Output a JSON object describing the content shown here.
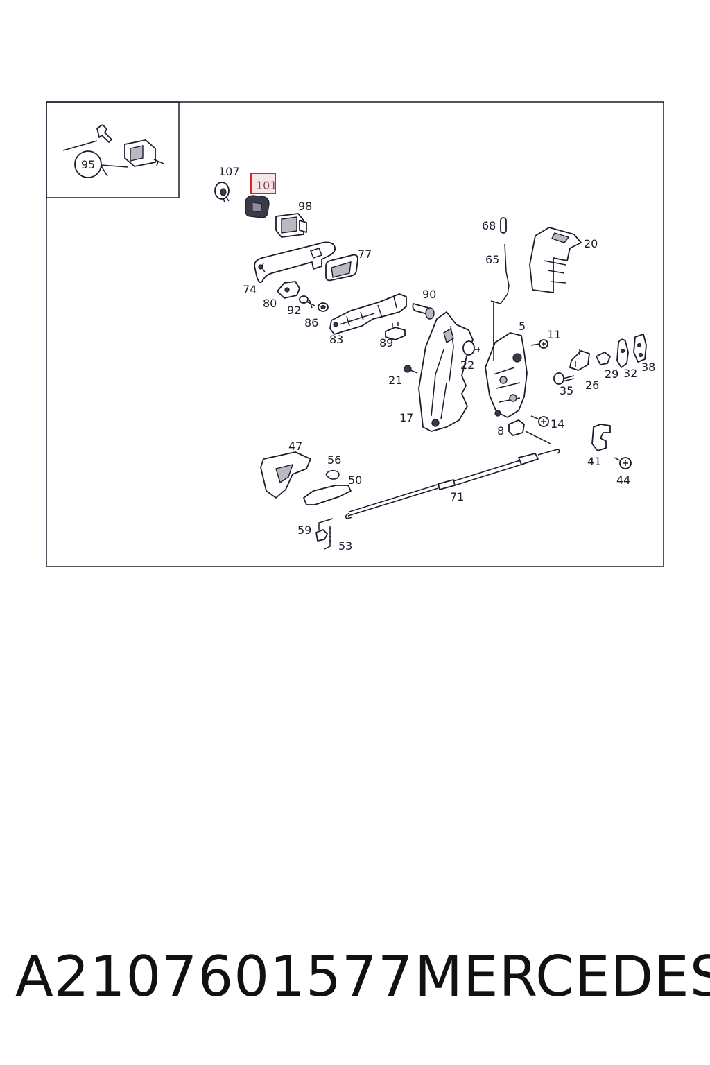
{
  "diagram": {
    "labels": {
      "l95": "95",
      "l107": "107",
      "l101": "101",
      "l98": "98",
      "l77": "77",
      "l74": "74",
      "l80": "80",
      "l92": "92",
      "l86": "86",
      "l83": "83",
      "l89": "89",
      "l90": "90",
      "l68": "68",
      "l65": "65",
      "l20": "20",
      "l5": "5",
      "l11": "11",
      "l22": "22",
      "l21": "21",
      "l17": "17",
      "l29": "29",
      "l32": "32",
      "l38": "38",
      "l26": "26",
      "l35": "35",
      "l8": "8",
      "l14": "14",
      "l41": "41",
      "l44": "44",
      "l47": "47",
      "l56": "56",
      "l50": "50",
      "l71": "71",
      "l59": "59",
      "l53": "53"
    },
    "highlighted_part": "101",
    "highlight_color": "#d9262e"
  },
  "footer": {
    "part_number": "A2107601577",
    "brand": "MERCEDES"
  }
}
